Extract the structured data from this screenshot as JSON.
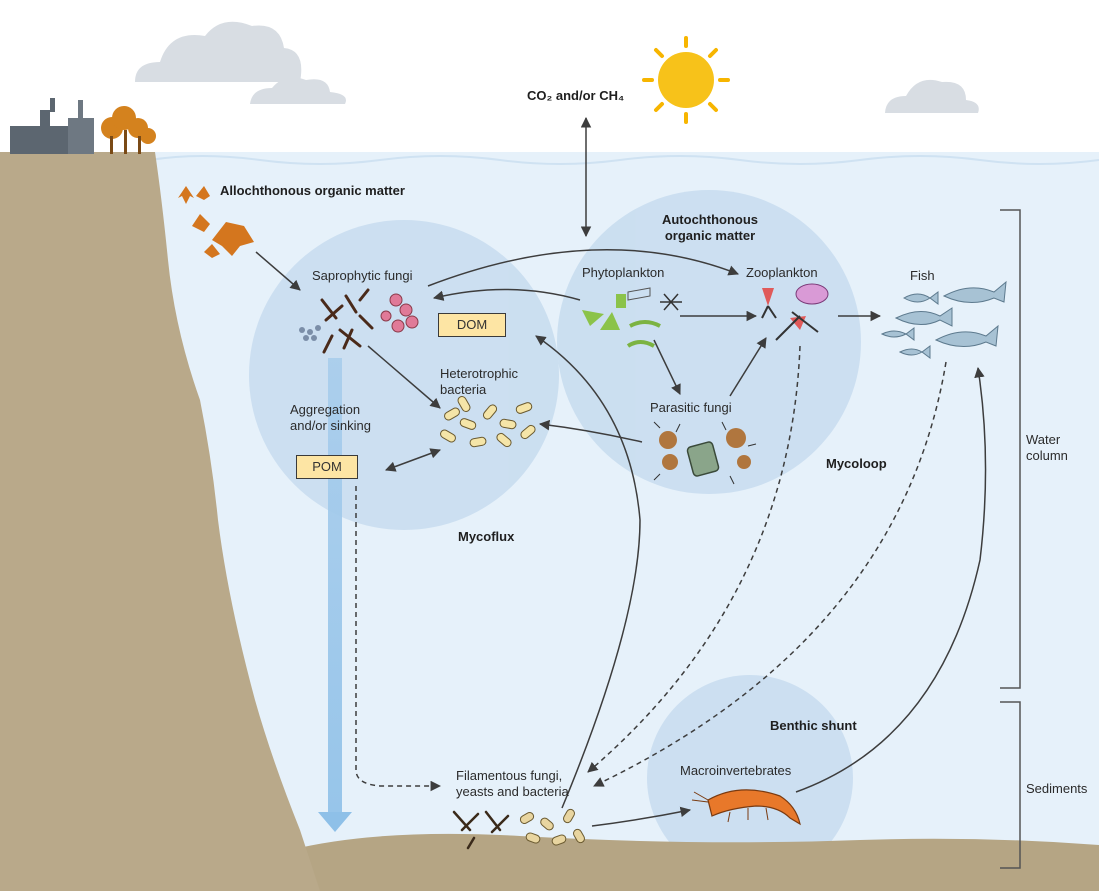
{
  "labels": {
    "co2": "CO₂ and/or CH₄",
    "allochthonous": "Allochthonous organic matter",
    "autochthonous": "Autochthonous organic matter",
    "saprophytic_fungi": "Saprophytic fungi",
    "phytoplankton": "Phytoplankton",
    "zooplankton": "Zooplankton",
    "fish": "Fish",
    "dom": "DOM",
    "pom": "POM",
    "heterotrophic_bacteria": "Heterotrophic bacteria",
    "aggregation": "Aggregation and/or sinking",
    "parasitic_fungi": "Parasitic fungi",
    "mycoloop": "Mycoloop",
    "mycoflux": "Mycoflux",
    "benthic_shunt": "Benthic shunt",
    "filamentous": "Filamentous fungi, yeasts and bacteria",
    "macroinvertebrates": "Macroinvertebrates",
    "water_column": "Water column",
    "sediments": "Sediments"
  },
  "colors": {
    "water": "#e6f1fa",
    "circle": "#c6dcf0",
    "land": "#b9a98a",
    "sediment": "#b5a584",
    "arrow": "#3d3d3d",
    "box": "#fde5a4",
    "sun": "#f7b500",
    "leaves": "#d4761e"
  }
}
